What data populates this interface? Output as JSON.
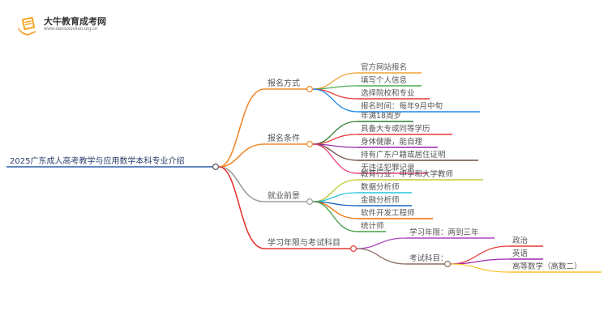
{
  "brand": {
    "name": "大牛教育成考网",
    "url": "www.daniuxueliao.org.cn",
    "logo_icon": "book-in-hand-icon"
  },
  "mindmap": {
    "root": "2025广东成人高考教学与应用数学本科专业介绍",
    "branches": [
      {
        "label": "报名方式",
        "color": "#f08a2e",
        "children": [
          {
            "label": "官方网站报名",
            "color": "#f0a030"
          },
          {
            "label": "填写个人信息",
            "color": "#4caf50"
          },
          {
            "label": "选择院校和专业",
            "color": "#e53935"
          },
          {
            "label": "报名时间：每年9月中旬",
            "color": "#1e88e5"
          }
        ]
      },
      {
        "label": "报名条件",
        "color": "#f08a2e",
        "children": [
          {
            "label": "年满18周岁",
            "color": "#2e7d32"
          },
          {
            "label": "具备大专或同等学历",
            "color": "#e53935"
          },
          {
            "label": "身体健康，能自理",
            "color": "#9c27b0"
          },
          {
            "label": "持有广东户籍或居住证明",
            "color": "#6d4c41"
          },
          {
            "label": "无违法犯罪记录",
            "color": "#ec407a"
          }
        ]
      },
      {
        "label": "就业前景",
        "color": "#9e9e9e",
        "children": [
          {
            "label": "教育行业：中学和大学教师",
            "color": "#c0ca33"
          },
          {
            "label": "数据分析师",
            "color": "#26c6da"
          },
          {
            "label": "金融分析师",
            "color": "#1565c0"
          },
          {
            "label": "软件开发工程师",
            "color": "#ef6c00"
          },
          {
            "label": "统计师",
            "color": "#43a047"
          }
        ]
      },
      {
        "label": "学习年限与考试科目",
        "color": "#e53935",
        "children": [
          {
            "label": "学习年限：两到三年",
            "color": "#ab47bc",
            "children": []
          },
          {
            "label": "考试科目：",
            "color": "#8d6e63",
            "children": [
              {
                "label": "政治",
                "color": "#e53935"
              },
              {
                "label": "英语",
                "color": "#9c27b0"
              },
              {
                "label": "高等数学（高数二）",
                "color": "#fbc02d"
              }
            ]
          }
        ]
      }
    ]
  }
}
